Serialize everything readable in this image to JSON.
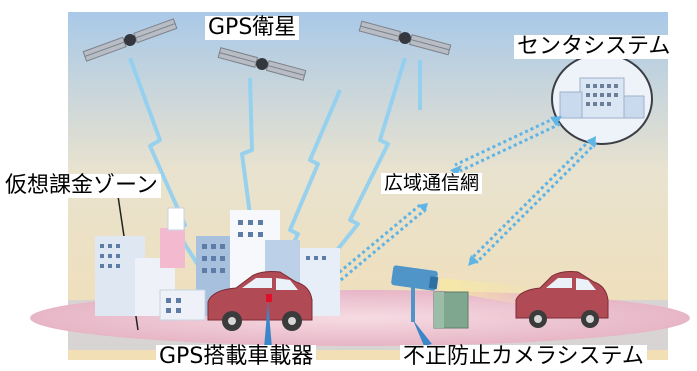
{
  "labels": {
    "satellites": "GPS衛星",
    "center_system": "センタシステム",
    "virtual_zone": "仮想課金ゾーン",
    "network": "広域通信網",
    "onboard_unit": "GPS搭載車載器",
    "camera_system": "不正防止カメラシステム"
  },
  "colors": {
    "signal_beam": "#8fd0f2",
    "comm_link": "#5fb4e6",
    "car_body": "#b04a55",
    "sky_top": "#a9c9e8",
    "sky_bottom": "#f2dfb4",
    "ground": "#efc6d2",
    "camera": "#4f95c8",
    "gate": "#7fa68f"
  },
  "icons": [
    "satellite-icon",
    "building-icon",
    "car-icon",
    "camera-icon",
    "gate-icon",
    "data-center-icon"
  ]
}
